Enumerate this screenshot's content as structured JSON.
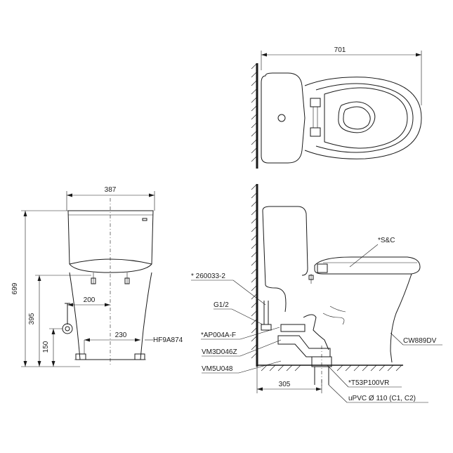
{
  "dimensions": {
    "top_width": "701",
    "front_width": "387",
    "height": "699",
    "inlet_height": "395",
    "bottom_height": "150",
    "inlet_offset": "200",
    "outlet_offset": "230",
    "rough_in": "305"
  },
  "labels": {
    "hf": "HF9A874",
    "part_260033": "* 260033-2",
    "g12": "G1/2",
    "ap004": "*AP004A-F",
    "vm3": "VM3D046Z",
    "vm5": "VM5U048",
    "sc": "*S&C",
    "cw": "CW889DV",
    "t53": "*T53P100VR",
    "upvc": "uPVC   Ø 110 (C1, C2)"
  }
}
